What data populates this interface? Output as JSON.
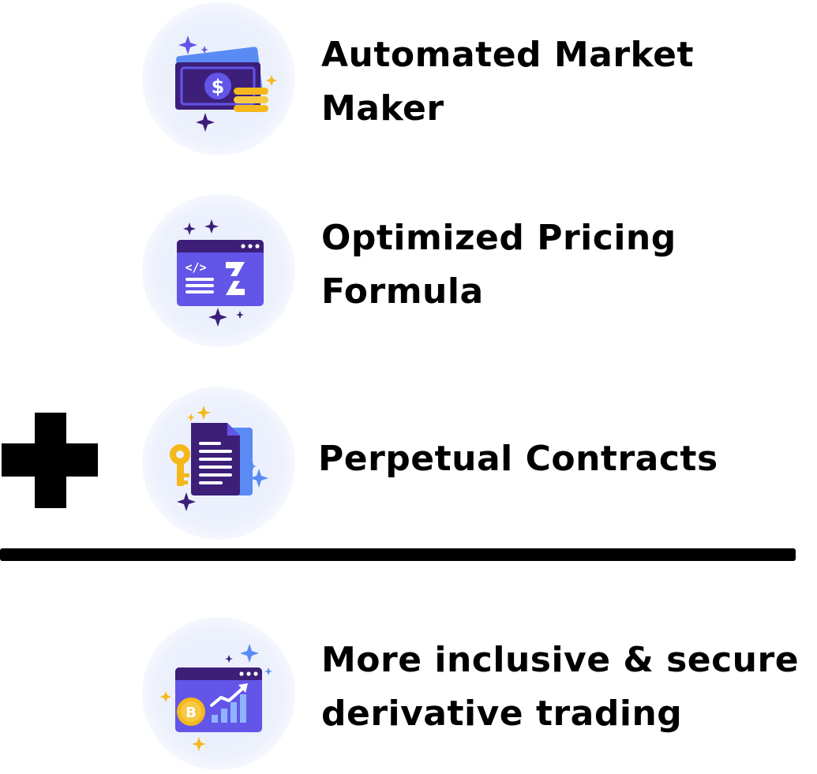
{
  "items": [
    {
      "line1": "Automated Market",
      "line2": "Maker",
      "icon": "money-icon"
    },
    {
      "line1": "Optimized Pricing",
      "line2": "Formula",
      "icon": "code-window-icon"
    },
    {
      "line1": "Perpetual Contracts",
      "icon": "key-document-icon"
    }
  ],
  "result": {
    "line1": "More inclusive & secure",
    "line2": "derivative trading",
    "icon": "crypto-chart-icon"
  },
  "operator": "plus-icon",
  "colors": {
    "accent_purple": "#6355e8",
    "dark_purple": "#3d1f7a",
    "gold": "#f5b81c",
    "blue": "#5a8bf5",
    "circle_bg": "#edf1fc"
  }
}
